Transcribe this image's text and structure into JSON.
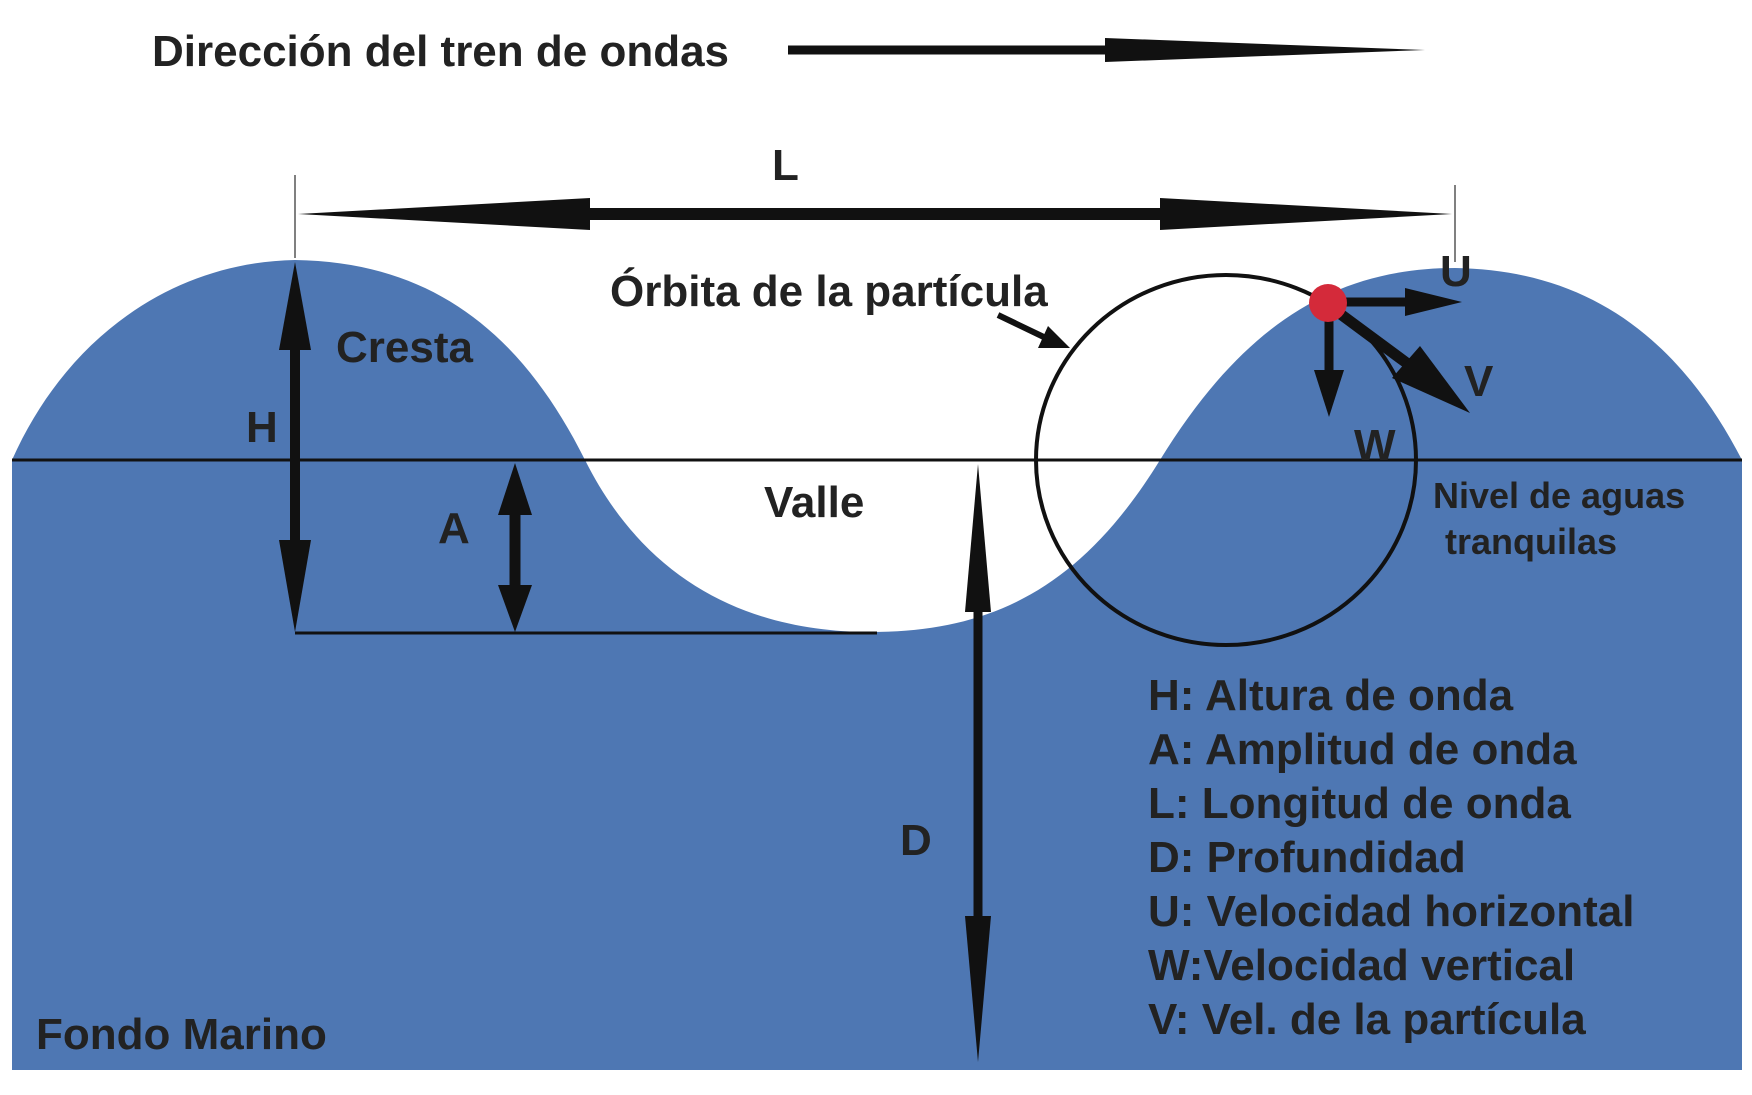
{
  "diagram": {
    "direction_label": "Dirección del tren de ondas",
    "wavelength_symbol": "L",
    "orbit_label": "Órbita de la partícula",
    "crest_label": "Cresta",
    "trough_label": "Valle",
    "height_symbol": "H",
    "amplitude_symbol": "A",
    "depth_symbol": "D",
    "u_symbol": "U",
    "v_symbol": "V",
    "w_symbol": "W",
    "still_water_label": [
      "Nivel de aguas",
      "tranquilas"
    ],
    "seabed_label": "Fondo Marino",
    "legend": [
      "H: Altura de onda",
      "A: Amplitud de onda",
      "L: Longitud de onda",
      "D: Profundidad",
      "U: Velocidad horizontal",
      "W:Velocidad vertical",
      "V: Vel. de la partícula"
    ]
  },
  "colors": {
    "water": "#4E77B3",
    "line": "#111111",
    "particle": "#D42A3A",
    "text": "#222222"
  }
}
